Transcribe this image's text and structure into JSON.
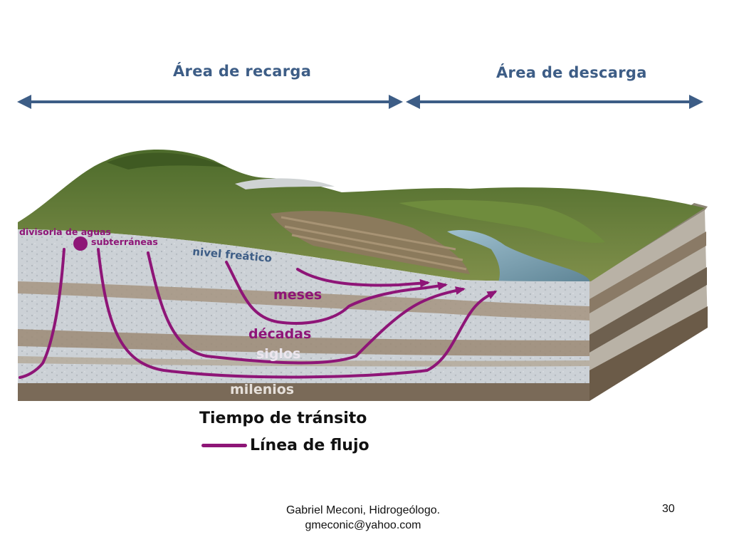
{
  "header": {
    "recharge_label": "Área de recarga",
    "discharge_label": "Área de descarga"
  },
  "diagram": {
    "groundwater_divide_line1": "divisoria de aguas",
    "groundwater_divide_line2": "subterráneas",
    "water_table": "nivel freático",
    "transit_months": "meses",
    "transit_decades": "décadas",
    "transit_centuries": "siglos",
    "transit_millennia": "milenios"
  },
  "legend": {
    "title": "Tiempo de tránsito",
    "flow_line_label": "Línea de flujo"
  },
  "footer": {
    "author": "Gabriel Meconi, Hidrogeólogo.",
    "email": "gmeconic@yahoo.com",
    "page_number": "30"
  },
  "colors": {
    "arrow": "#3d5d86",
    "flow_line": "#8e1577",
    "aquifer": "#c9ced4",
    "clay_band": "#9a8a76",
    "bedrock": "#7a6a58",
    "vegetation": "#5f7f35",
    "water": "#7fa3b5"
  }
}
